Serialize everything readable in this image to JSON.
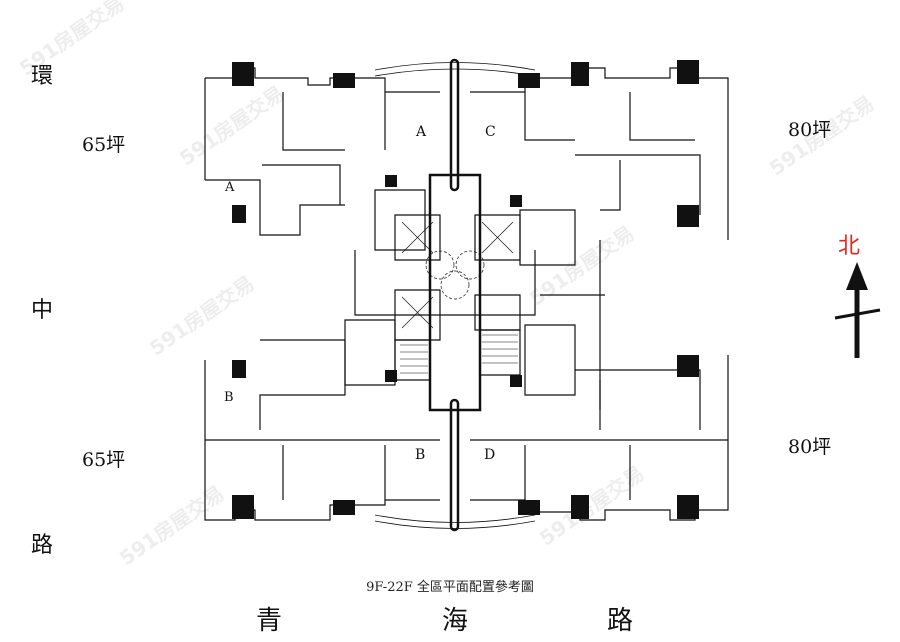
{
  "title": "9F-22F 全區平面配置參考圖",
  "roads": {
    "west": [
      "環",
      "中",
      "路"
    ],
    "south": [
      "青",
      "海",
      "路"
    ]
  },
  "areas": {
    "west_top": "65坪",
    "west_bottom": "65坪",
    "east_top": "80坪",
    "east_bottom": "80坪"
  },
  "units": {
    "a": "A",
    "c": "C",
    "b": "B",
    "d": "D",
    "a_bath": "A",
    "b_bath": "B"
  },
  "compass": {
    "label": "北",
    "color": "#e0281e"
  },
  "watermark": "591房屋交易"
}
